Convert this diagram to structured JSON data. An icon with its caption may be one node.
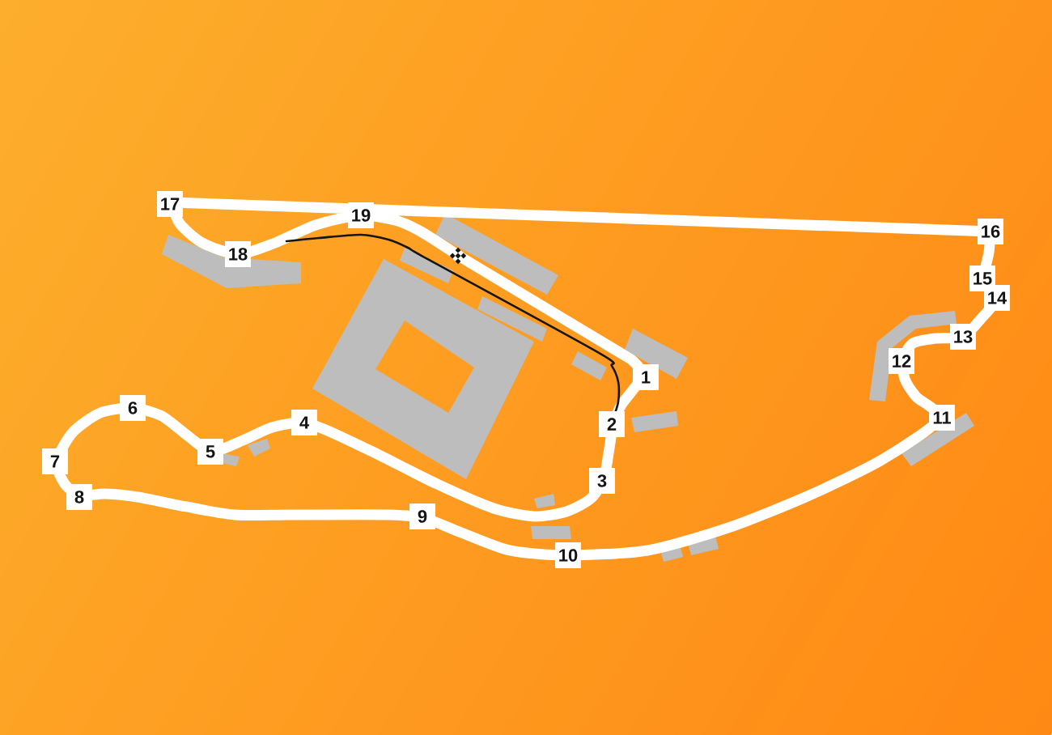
{
  "diagram": {
    "labels": [
      "1",
      "2",
      "3",
      "4",
      "5",
      "6",
      "7",
      "8",
      "9",
      "10",
      "11",
      "12",
      "13",
      "14",
      "15",
      "16",
      "17",
      "18",
      "19"
    ]
  }
}
